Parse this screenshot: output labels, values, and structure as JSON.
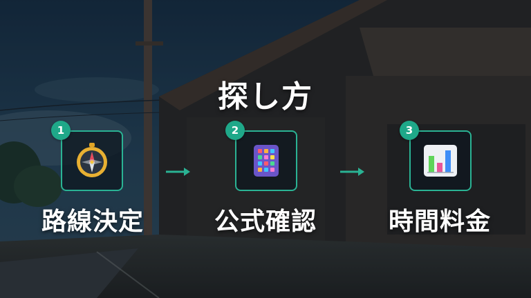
{
  "slide": {
    "title": "探し方",
    "steps": [
      {
        "number": "1",
        "label": "路線決定",
        "icon": "compass-icon"
      },
      {
        "number": "2",
        "label": "公式確認",
        "icon": "app-grid-icon"
      },
      {
        "number": "3",
        "label": "時間料金",
        "icon": "bar-chart-icon"
      }
    ]
  },
  "colors": {
    "accent": "#2ab394",
    "badge": "#1fa889",
    "text": "#ffffff"
  }
}
